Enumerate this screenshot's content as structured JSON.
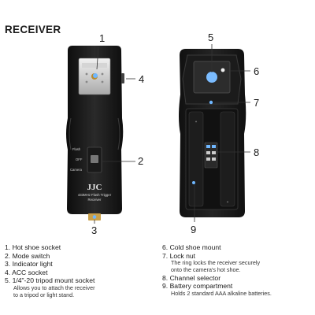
{
  "heading": "RECEIVER",
  "device": {
    "brand": "JJC",
    "model_line1": "433MHz Flash Trigger",
    "model_line2": "Receiver",
    "switch_labels": [
      "Flash",
      "OFF",
      "Camera"
    ]
  },
  "callouts": [
    "1",
    "2",
    "3",
    "4",
    "5",
    "6",
    "7",
    "8",
    "9"
  ],
  "legend_left": [
    {
      "num": "1.",
      "text": "Hot shoe socket"
    },
    {
      "num": "2.",
      "text": "Mode switch"
    },
    {
      "num": "3.",
      "text": "Indicator light"
    },
    {
      "num": "4.",
      "text": "ACC socket"
    },
    {
      "num": "5.",
      "text": "1/4\"-20 tripod mount socket",
      "note": [
        "Allows you to attach the receiver",
        "to a tripod or light stand."
      ]
    }
  ],
  "legend_right": [
    {
      "num": "6.",
      "text": "Cold shoe mount"
    },
    {
      "num": "7.",
      "text": "Lock nut",
      "note": [
        "The ring locks the receiver securely",
        "onto the camera's hot shoe."
      ]
    },
    {
      "num": "8.",
      "text": "Channel selector"
    },
    {
      "num": "9.",
      "text": "Battery compartment",
      "note": [
        "Holds 2 standard AAA alkaline batteries."
      ]
    }
  ]
}
